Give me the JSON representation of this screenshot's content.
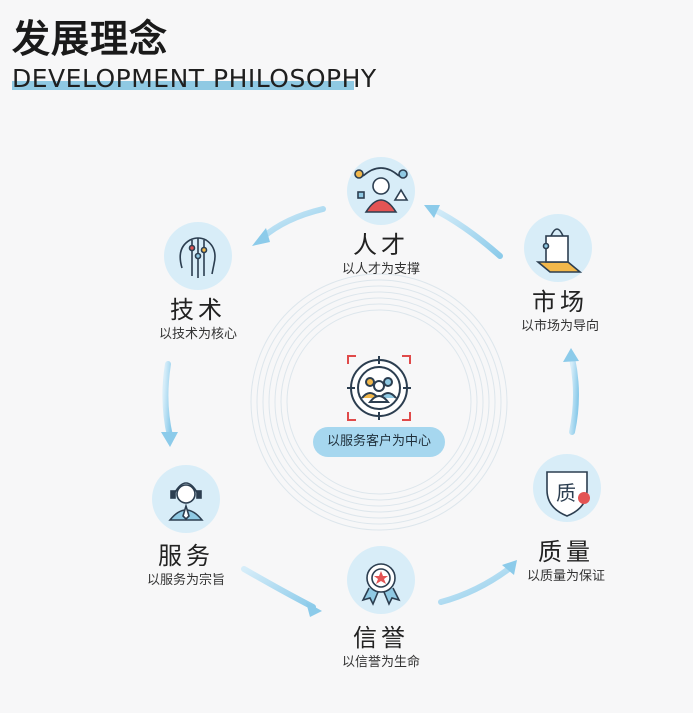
{
  "header": {
    "title": "发展理念",
    "subtitle": "DEVELOPMENT PHILOSOPHY"
  },
  "center": {
    "label": "以服务客户为中心"
  },
  "nodes": {
    "talent": {
      "title": "人才",
      "sub": "以人才为支撑",
      "icon": "person-network-icon"
    },
    "market": {
      "title": "市场",
      "sub": "以市场为导向",
      "icon": "shopping-bag-icon"
    },
    "quality": {
      "title": "质量",
      "sub": "以质量为保证",
      "icon": "quality-shield-icon",
      "icon_char": "质"
    },
    "reputation": {
      "title": "信誉",
      "sub": "以信誉为生命",
      "icon": "award-medal-icon"
    },
    "service": {
      "title": "服务",
      "sub": "以服务为宗旨",
      "icon": "headset-agent-icon"
    },
    "technology": {
      "title": "技术",
      "sub": "以技术为核心",
      "icon": "circuit-head-icon"
    }
  },
  "colors": {
    "accent": "#8fc9e3",
    "icon_circle": "#d8edf8",
    "icon_stroke": "#2c3e50",
    "arrow": "#9fd3ee",
    "red": "#e04a4a",
    "yellow": "#f2b84b"
  }
}
